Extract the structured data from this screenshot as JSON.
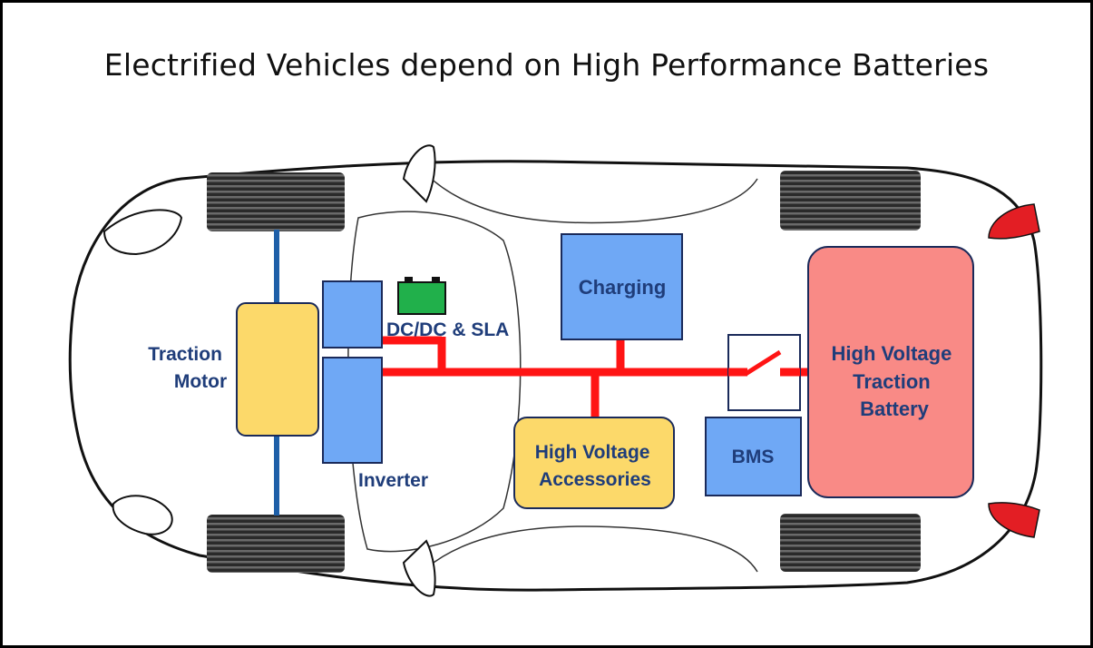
{
  "title": "Electrified Vehicles depend on High Performance Batteries",
  "labels": {
    "traction_motor": [
      "Traction",
      "Motor"
    ],
    "dcdc_sla": "DC/DC & SLA",
    "inverter": "Inverter",
    "charging": "Charging",
    "hv_accessories": [
      "High Voltage",
      "Accessories"
    ],
    "bms": "BMS",
    "hv_battery": [
      "High Voltage",
      "Traction",
      "Battery"
    ]
  },
  "colors": {
    "motor_fill": "#fcd96a",
    "blue_box": "#6fa8f5",
    "battery_fill": "#f98a86",
    "hv_line": "#ff1414",
    "axle": "#1e5fa8",
    "label_text": "#1f3d7a",
    "sla_battery": "#21b04b"
  }
}
